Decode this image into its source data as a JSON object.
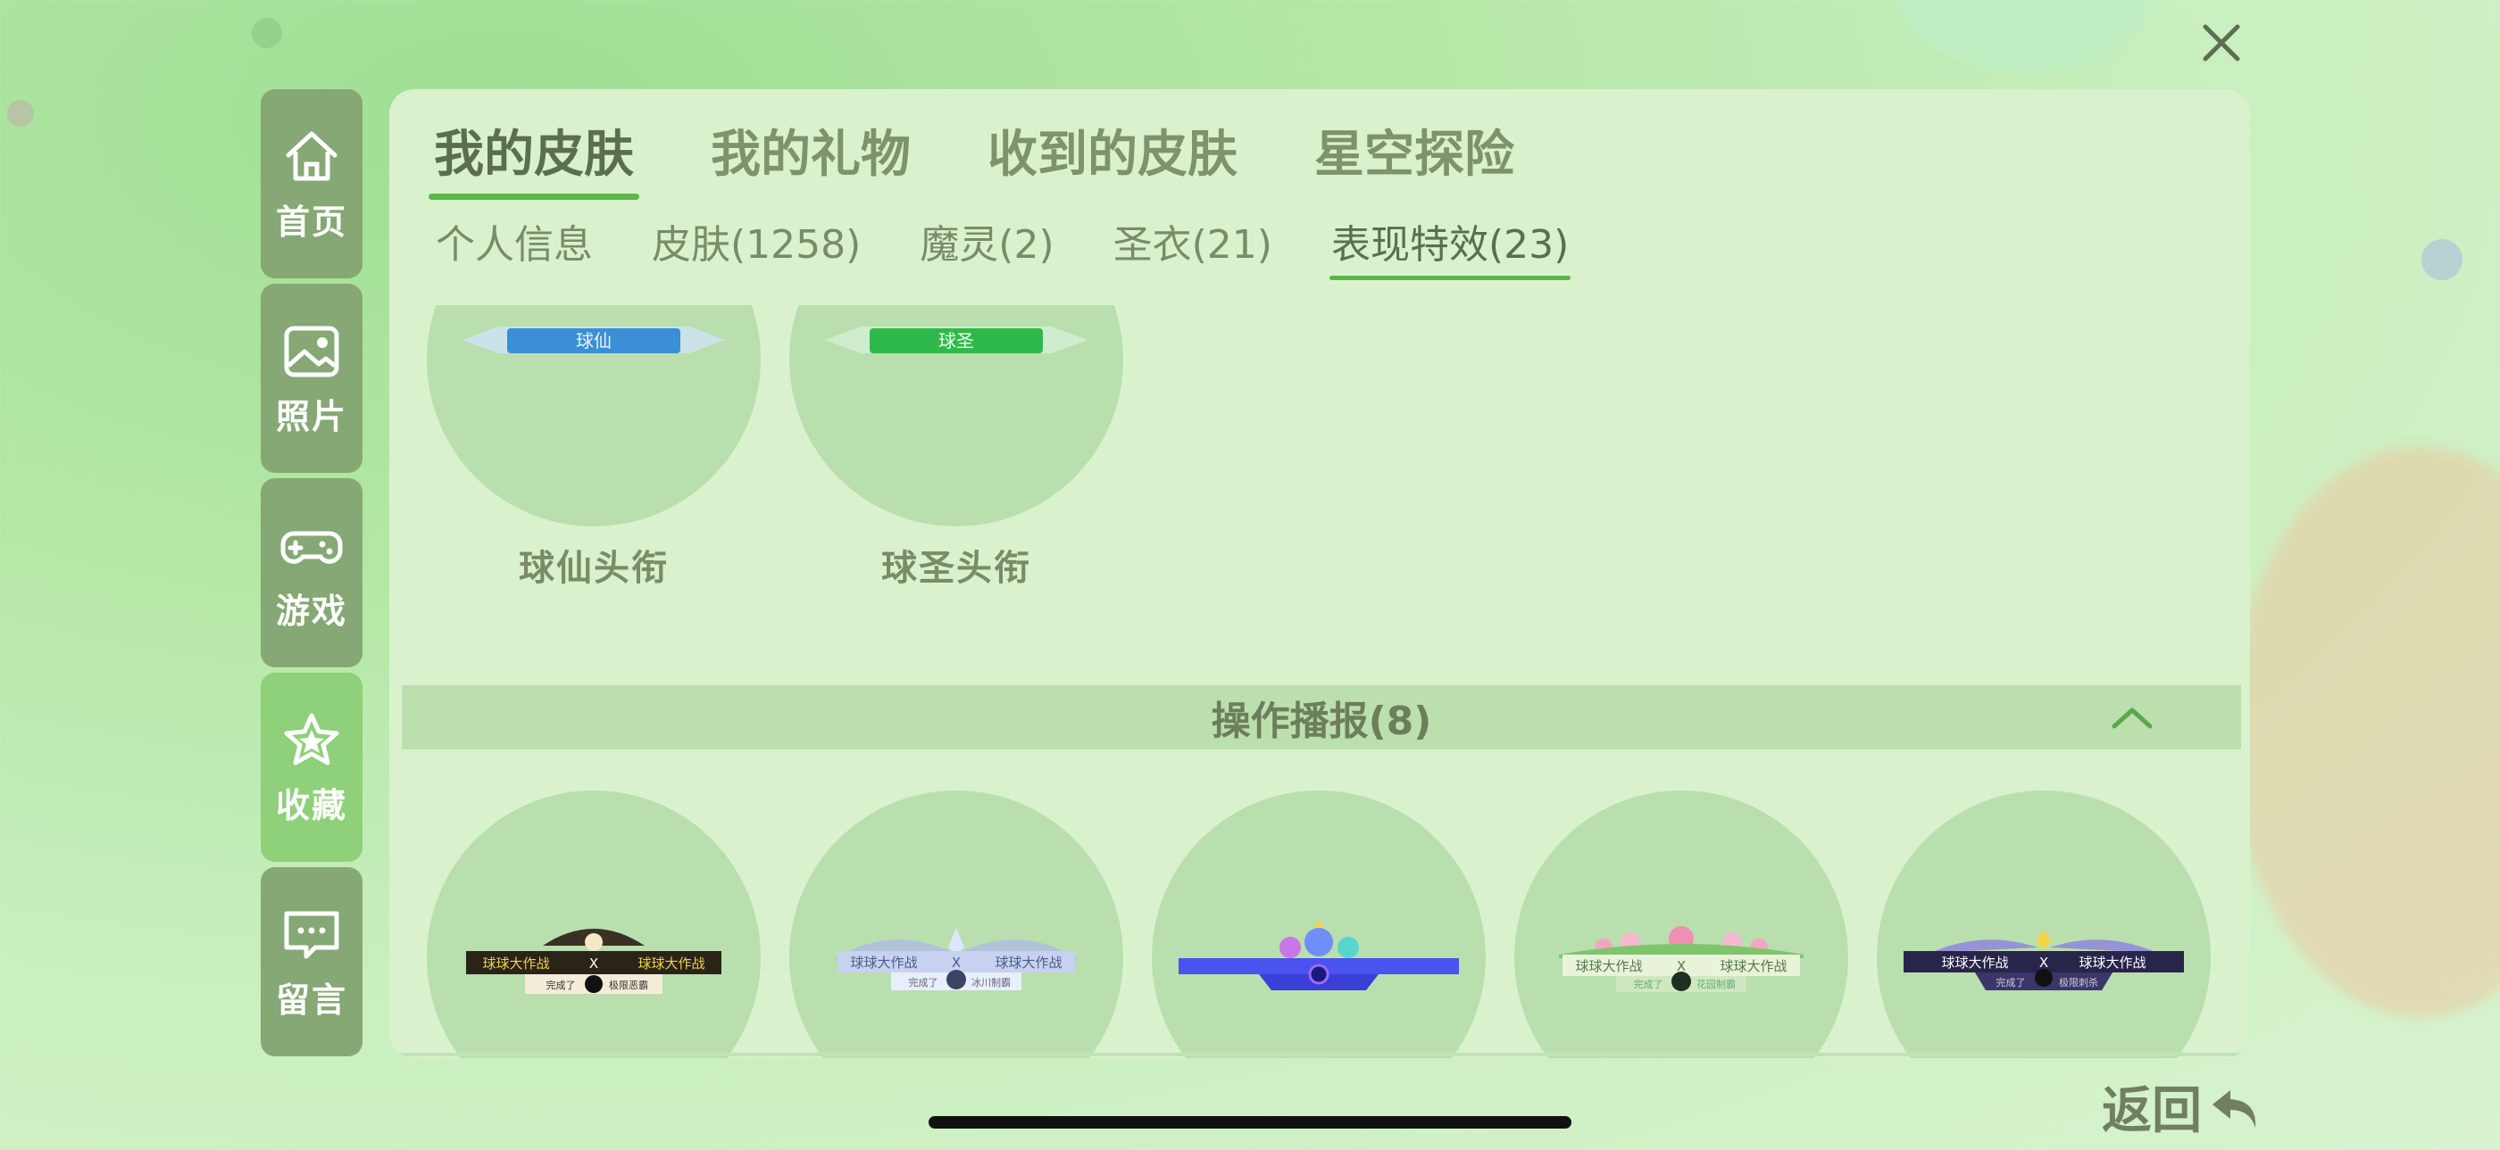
{
  "window": {
    "close_icon": "close-icon"
  },
  "sidebar": {
    "items": [
      {
        "label": "首页",
        "icon": "home-icon",
        "active": false
      },
      {
        "label": "照片",
        "icon": "photo-icon",
        "active": false
      },
      {
        "label": "游戏",
        "icon": "gamepad-icon",
        "active": false
      },
      {
        "label": "收藏",
        "icon": "star-icon",
        "active": true
      },
      {
        "label": "留言",
        "icon": "message-icon",
        "active": false
      }
    ]
  },
  "tabs_main": [
    {
      "label": "我的皮肤",
      "active": true
    },
    {
      "label": "我的礼物",
      "active": false
    },
    {
      "label": "收到的皮肤",
      "active": false
    },
    {
      "label": "星空探险",
      "active": false
    }
  ],
  "tabs_sub": [
    {
      "label": "个人信息",
      "active": false
    },
    {
      "label": "皮肤(1258)",
      "active": false
    },
    {
      "label": "魔灵(2)",
      "active": false
    },
    {
      "label": "圣衣(21)",
      "active": false
    },
    {
      "label": "表现特效(23)",
      "active": true
    }
  ],
  "titles_row": [
    {
      "name": "球仙头衔",
      "badge_text": "球仙",
      "badge_color": "#3a8fd6"
    },
    {
      "name": "球圣头衔",
      "badge_text": "球圣",
      "badge_color": "#2fb94a"
    }
  ],
  "section": {
    "title": "操作播报(8)",
    "collapse_icon": "chevron-up-icon"
  },
  "broadcast_items": [
    {
      "banner_left": "球球大作战",
      "banner_right": "球球大作战",
      "sub_left": "完成了",
      "sub_right": "极限恶霸",
      "theme": "#2a2418",
      "accent": "#f3d34a"
    },
    {
      "banner_left": "球球大作战",
      "banner_right": "球球大作战",
      "sub_left": "完成了",
      "sub_right": "冰川制霸",
      "theme": "#c6d2ef",
      "accent": "#4b5b8c"
    },
    {
      "banner_left": "",
      "banner_right": "",
      "sub_left": "",
      "sub_right": "",
      "theme": "#3b3fd9",
      "accent": "#9a6bff"
    },
    {
      "banner_left": "球球大作战",
      "banner_right": "球球大作战",
      "sub_left": "完成了",
      "sub_right": "花园制霸",
      "theme": "#e8f3d9",
      "accent": "#6fae5a"
    },
    {
      "banner_left": "球球大作战",
      "banner_right": "球球大作战",
      "sub_left": "完成了",
      "sub_right": "极限刺杀",
      "theme": "#27254a",
      "accent": "#9a8cff"
    }
  ],
  "back": {
    "label": "返回",
    "icon": "back-arrow-icon"
  },
  "colors": {
    "accent_green": "#59b845",
    "sidebar_bg": "#85a874",
    "sidebar_active": "#8fd07b",
    "panel_bg": "#d9f2cd"
  }
}
